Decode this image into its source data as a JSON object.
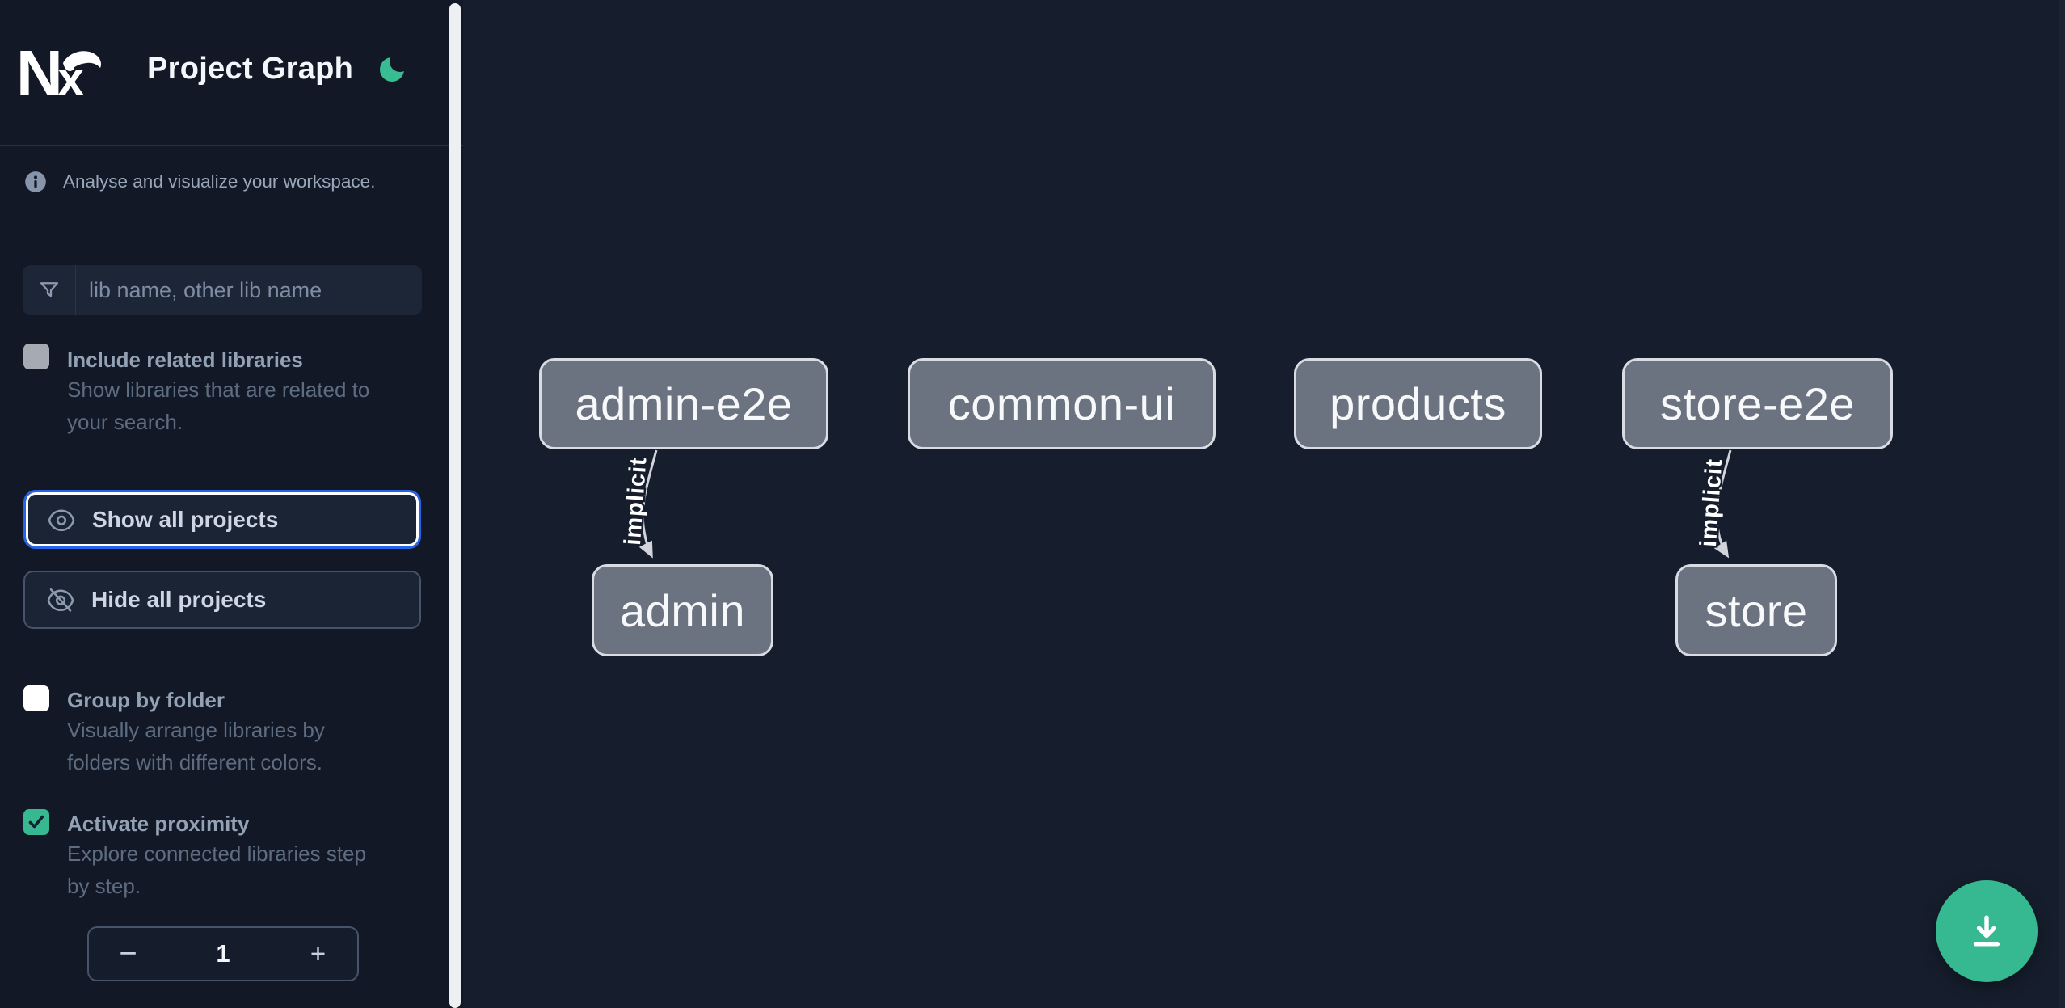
{
  "app": {
    "title": "Project Graph"
  },
  "sidebar": {
    "tagline": "Analyse and visualize your workspace.",
    "search": {
      "placeholder": "lib name, other lib name"
    },
    "actions": {
      "show_all_label": "Show all projects",
      "hide_all_label": "Hide all projects"
    },
    "toggles": [
      {
        "label": "Include related libraries",
        "checked": false,
        "description_lines": [
          "Show libraries that are related to",
          "your search."
        ]
      },
      {
        "label": "Group by folder",
        "checked": false,
        "description_lines": [
          "Visually arrange libraries by",
          "folders with different colors."
        ]
      },
      {
        "label": "Activate proximity",
        "checked": true,
        "description_lines": [
          "Explore connected libraries step",
          "by step."
        ]
      }
    ],
    "proximity_stepper": {
      "decrement_label": "−",
      "value": "1",
      "increment_label": "+"
    }
  },
  "graph": {
    "nodes": [
      {
        "id": "admin-e2e",
        "label": "admin-e2e"
      },
      {
        "id": "common-ui",
        "label": "common-ui"
      },
      {
        "id": "products",
        "label": "products"
      },
      {
        "id": "store-e2e",
        "label": "store-e2e"
      },
      {
        "id": "admin",
        "label": "admin"
      },
      {
        "id": "store",
        "label": "store"
      }
    ],
    "edges": [
      {
        "from": "admin-e2e",
        "to": "admin",
        "type": "implicit",
        "label": "implicit"
      },
      {
        "from": "store-e2e",
        "to": "store",
        "type": "implicit",
        "label": "implicit"
      }
    ]
  },
  "colors": {
    "accent_teal": "#36b890",
    "focus_blue": "#2563eb",
    "node_fill": "#6b7280",
    "node_border": "#d9dde3",
    "edge": "#d1d5db",
    "sidebar_bg": "#121826",
    "canvas_bg": "#161d2c"
  }
}
